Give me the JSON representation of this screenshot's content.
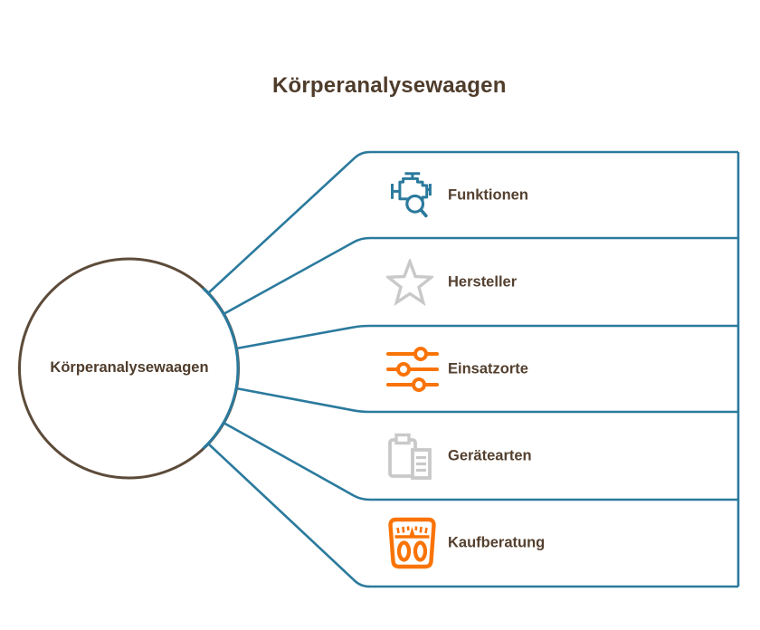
{
  "title": "Körperanalysewaagen",
  "center": {
    "label": "Körperanalysewaagen"
  },
  "branches": [
    {
      "label": "Funktionen",
      "icon": "engine-search-icon",
      "icon_color": "#2B7A9D"
    },
    {
      "label": "Hersteller",
      "icon": "star-icon",
      "icon_color": "#C9C9C9"
    },
    {
      "label": "Einsatzorte",
      "icon": "sliders-icon",
      "icon_color": "#F97306"
    },
    {
      "label": "Gerätearten",
      "icon": "clipboard-list-icon",
      "icon_color": "#C9C9C9"
    },
    {
      "label": "Kaufberatung",
      "icon": "scale-icon",
      "icon_color": "#F97306"
    }
  ],
  "colors": {
    "connector_teal": "#2B7A9D",
    "circle_brown": "#5D4B3A",
    "text_brown": "#4F3C2B",
    "accent_orange": "#F97306",
    "light_icon_gray": "#C9C9C9",
    "background": "#FFFFFF"
  }
}
